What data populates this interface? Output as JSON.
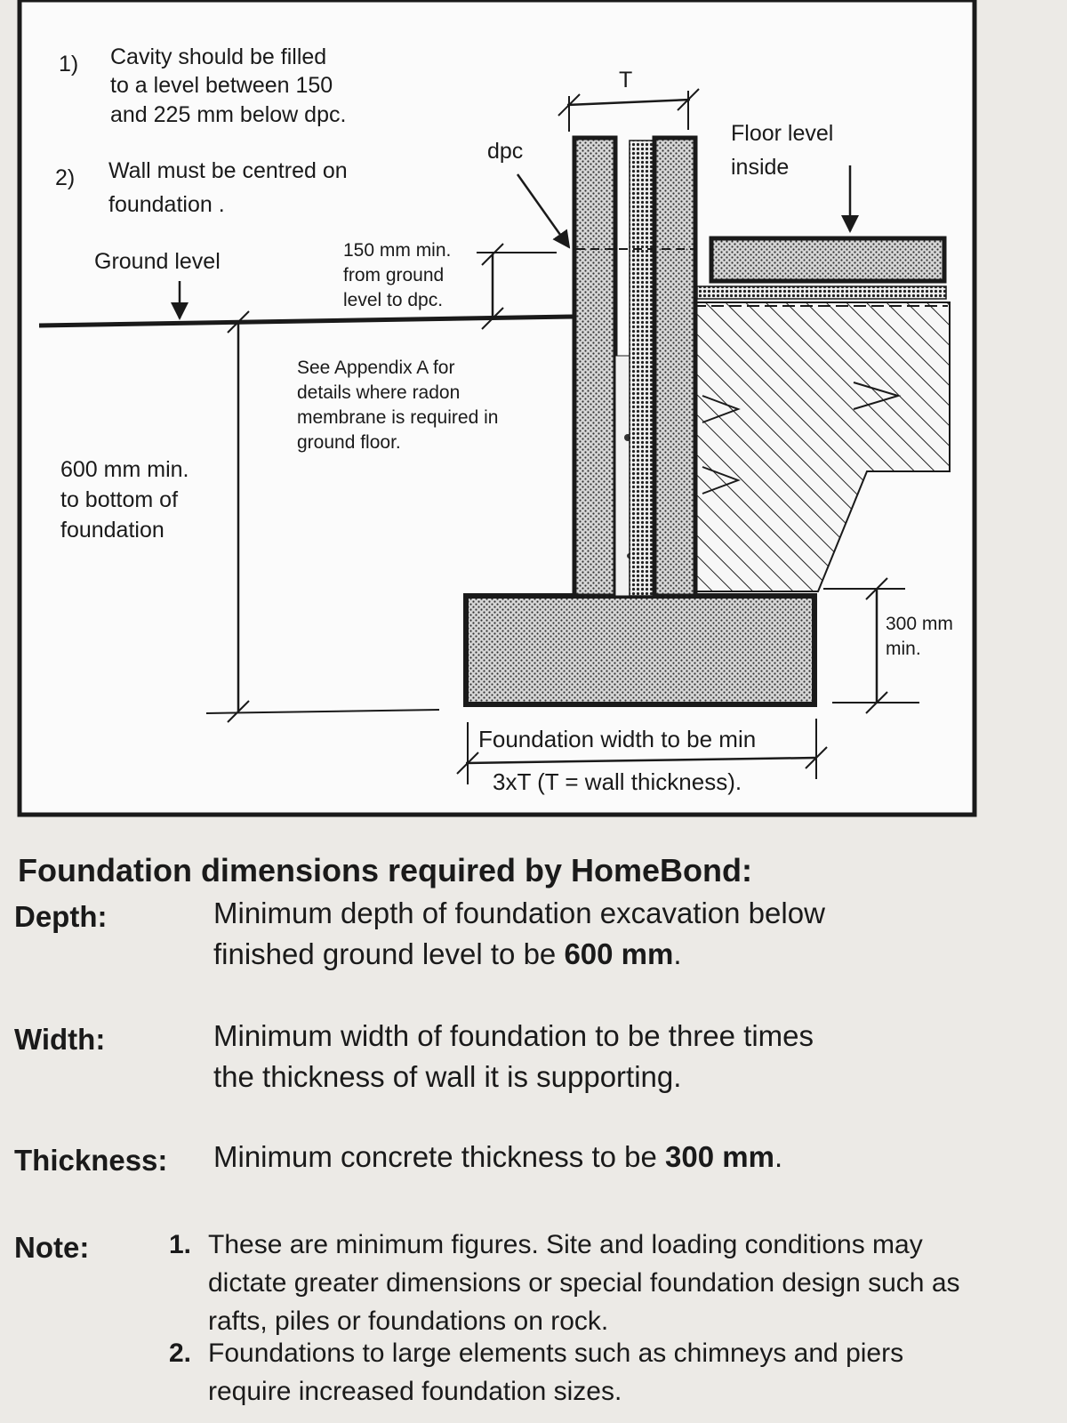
{
  "diagram": {
    "note1_num": "1)",
    "note1_lines": [
      "Cavity should be filled",
      "to a level between 150",
      "and 225 mm below dpc."
    ],
    "note2_num": "2)",
    "note2_lines": [
      "Wall must be centred on",
      "foundation ."
    ],
    "ground_level": "Ground level",
    "dpc_gap_lines": [
      "150 mm min.",
      "from ground",
      "level to dpc."
    ],
    "dpc_label": "dpc",
    "t_label": "T",
    "floor_level_lines": [
      "Floor level",
      "inside"
    ],
    "radon_lines": [
      "See Appendix A for",
      "details where radon",
      "membrane is required in",
      "ground floor."
    ],
    "depth_lines": [
      "600 mm min.",
      "to bottom of",
      "foundation"
    ],
    "thickness_lines": [
      "300 mm",
      "min."
    ],
    "width_lines": [
      "Foundation width to be min",
      "3xT (T = wall thickness)."
    ]
  },
  "requirements": {
    "heading": "Foundation dimensions required by HomeBond:",
    "depth": {
      "label": "Depth:",
      "line1": "Minimum depth of foundation excavation below",
      "line2_pre": "finished ground level to be ",
      "line2_bold": "600 mm",
      "line2_post": "."
    },
    "width": {
      "label": "Width:",
      "line1": "Minimum width of foundation to be three times",
      "line2": "the thickness of wall it is supporting."
    },
    "thickness": {
      "label": "Thickness:",
      "text_pre": "Minimum concrete thickness to be ",
      "text_bold": "300 mm",
      "text_post": "."
    },
    "note": {
      "label": "Note:",
      "items": [
        {
          "num": "1.",
          "text": "These are minimum figures. Site and loading conditions may dictate greater dimensions or special foundation design such as rafts, piles or foundations on rock."
        },
        {
          "num": "2.",
          "text": "Foundations to large elements such as chimneys and piers require increased foundation sizes."
        }
      ]
    }
  }
}
